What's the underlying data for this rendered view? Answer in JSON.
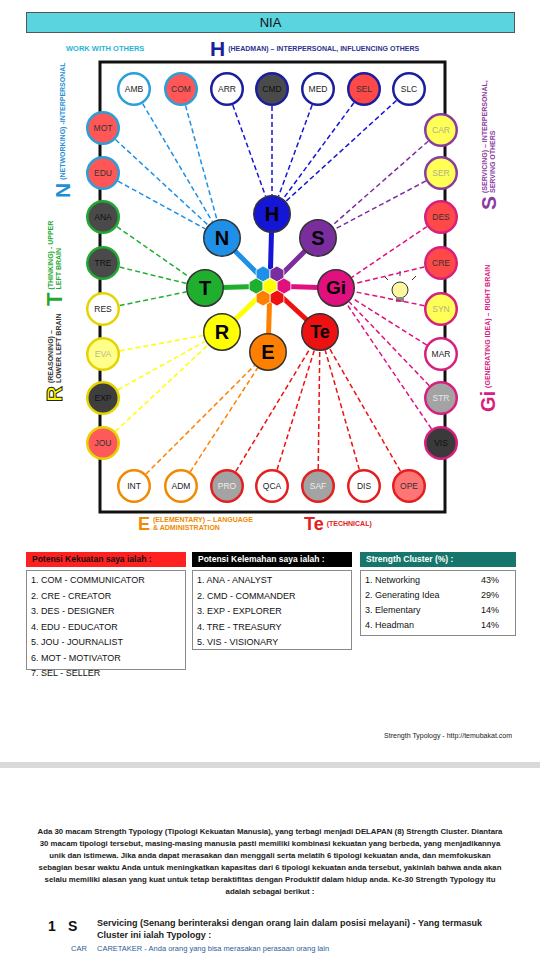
{
  "diagram": {
    "title": "NIA",
    "nodes": [
      {
        "text": [
          "AMB"
        ]
      },
      {
        "text": [
          "COM"
        ]
      },
      {
        "text": [
          "ARR"
        ]
      },
      {
        "text": [
          "CMD"
        ]
      },
      {
        "text": [
          "MED"
        ]
      },
      {
        "text": [
          "SEL"
        ]
      },
      {
        "text": [
          "SLC"
        ]
      },
      {
        "text": [
          "MOT"
        ]
      },
      {
        "text": [
          "EDU"
        ]
      },
      {
        "text": [
          "ANA"
        ]
      },
      {
        "text": [
          "TRE"
        ]
      },
      {
        "text": [
          "RES"
        ]
      },
      {
        "text": [
          "EVA"
        ]
      },
      {
        "text": [
          "EXP"
        ]
      },
      {
        "text": [
          "JOU"
        ]
      },
      {
        "text": [
          "CAR"
        ]
      },
      {
        "text": [
          "SER"
        ]
      },
      {
        "text": [
          "DES"
        ]
      },
      {
        "text": [
          "CRE"
        ]
      },
      {
        "text": [
          "SYN"
        ]
      },
      {
        "text": [
          "MAR"
        ]
      },
      {
        "text": [
          "STR"
        ]
      },
      {
        "text": [
          "VIS"
        ]
      },
      {
        "text": [
          "H"
        ]
      },
      {
        "text": [
          "N"
        ]
      },
      {
        "text": [
          "S"
        ]
      },
      {
        "text": [
          "T"
        ]
      },
      {
        "text": [
          "Gi"
        ]
      },
      {
        "text": [
          "R"
        ]
      },
      {
        "text": [
          "Te"
        ]
      },
      {
        "text": [
          "E"
        ]
      },
      {
        "text": [
          "INT"
        ]
      },
      {
        "text": [
          "ADM"
        ]
      },
      {
        "text": [
          "PRO"
        ]
      },
      {
        "text": [
          "QCA"
        ]
      },
      {
        "text": [
          "SAF"
        ]
      },
      {
        "text": [
          "DIS"
        ]
      },
      {
        "text": [
          "OPE"
        ]
      },
      {
        "text": [
          "Potensi Kekuatan saya ialah :",
          "1. COM - COMMUNICATOR",
          "2. CRE - CREATOR",
          "3. DES - DESIGNER",
          "4. EDU - EDUCATOR",
          "5. JOU - JOURNALIST",
          "6. MOT - MOTIVATOR",
          "7. SEL - SELLER"
        ]
      },
      {
        "text": [
          "Potensi Kelemahan saya ialah :",
          "1. ANA - ANALYST",
          "2. CMD - COMMANDER",
          "3. EXP - EXPLORER",
          "4. TRE - TREASURY",
          "5. VIS - VISIONARY"
        ]
      },
      {
        "text": [
          "Strength Cluster (%) :",
          "1. Networking",
          "43%",
          "2. Generating Idea",
          "29%",
          "3. Elementary",
          "14%",
          "4. Headman",
          "14%"
        ]
      }
    ],
    "edges": [
      {
        "from": 0,
        "to": 24,
        "arrow": "none"
      },
      {
        "from": 1,
        "to": 24,
        "arrow": "none"
      },
      {
        "from": 7,
        "to": 24,
        "arrow": "none"
      },
      {
        "from": 8,
        "to": 24,
        "arrow": "none"
      },
      {
        "from": 2,
        "to": 23,
        "arrow": "none"
      },
      {
        "from": 3,
        "to": 23,
        "arrow": "none"
      },
      {
        "from": 4,
        "to": 23,
        "arrow": "none"
      },
      {
        "from": 5,
        "to": 23,
        "arrow": "none"
      },
      {
        "from": 6,
        "to": 23,
        "arrow": "none"
      },
      {
        "from": 9,
        "to": 26,
        "arrow": "none"
      },
      {
        "from": 10,
        "to": 26,
        "arrow": "none"
      },
      {
        "from": 11,
        "to": 26,
        "arrow": "none"
      },
      {
        "from": 12,
        "to": 28,
        "arrow": "none"
      },
      {
        "from": 13,
        "to": 28,
        "arrow": "none"
      },
      {
        "from": 14,
        "to": 28,
        "arrow": "none"
      },
      {
        "from": 15,
        "to": 25,
        "arrow": "none"
      },
      {
        "from": 16,
        "to": 25,
        "arrow": "none"
      },
      {
        "from": 17,
        "to": 27,
        "arrow": "none"
      },
      {
        "from": 18,
        "to": 27,
        "arrow": "none"
      },
      {
        "from": 19,
        "to": 27,
        "arrow": "none"
      },
      {
        "from": 20,
        "to": 27,
        "arrow": "none"
      },
      {
        "from": 21,
        "to": 27,
        "arrow": "none"
      },
      {
        "from": 22,
        "to": 27,
        "arrow": "none"
      },
      {
        "from": 31,
        "to": 30,
        "arrow": "none"
      },
      {
        "from": 32,
        "to": 30,
        "arrow": "none"
      },
      {
        "from": 33,
        "to": 29,
        "arrow": "none"
      },
      {
        "from": 34,
        "to": 29,
        "arrow": "none"
      },
      {
        "from": 35,
        "to": 29,
        "arrow": "none"
      },
      {
        "from": 36,
        "to": 29,
        "arrow": "none"
      },
      {
        "from": 37,
        "to": 29,
        "arrow": "none"
      }
    ],
    "labels": [
      "WORK WITH OTHERS",
      "H",
      "(HEADMAN) – INTERPERSONAL, INFLUENCING OTHERS",
      "N",
      "(NETWORKING) -INTERPERSONAL",
      "T",
      "(THINKING) - UPPER LEFT BRAIN",
      "R",
      "(REASONING) – LOWER LEFT BRAIN",
      "S",
      "(SERVICING) – INTERPERSONAL, SERVING OTHERS",
      "Gi",
      "(GENERATING IDEA) – RIGHT BRAIN",
      "E",
      "(ELEMENTARY) – LANGUAGE & ADMINISTRATION",
      "Te",
      "(TECHNICAL)",
      "Strength Typology - http://temubakat.com",
      "Ada 30 macam Strength Typology (Tipologi Kekuatan Manusia), yang terbagi menjadi DELAPAN (8) Strength Cluster. Diantara 30 macam tipologi tersebut, masing-masing manusia pasti memiliki kombinasi kekuatan yang berbeda, yang menjadikannya unik dan istimewa. Jika anda dapat merasakan dan menggali serta melatih 6 tipologi kekuatan anda, dan memfokuskan sebagian besar waktu Anda untuk meningkatkan kapasitas dari 6 tipologi kekuatan anda tersebut, yakinlah bahwa anda akan selalu memiliki alasan yang kuat untuk tetap beraktifitas dengan Produktif dalam hidup anda. Ke-30 Strength Typology itu adalah sebagai berikut :",
      "1",
      "S",
      "Servicing (Senang berinteraksi dengan orang lain dalam posisi melayani) - Yang termasuk Cluster ini ialah Typology :",
      "CAR",
      "CARETAKER - Anda orang yang bisa merasakan perasaan orang lain"
    ]
  }
}
